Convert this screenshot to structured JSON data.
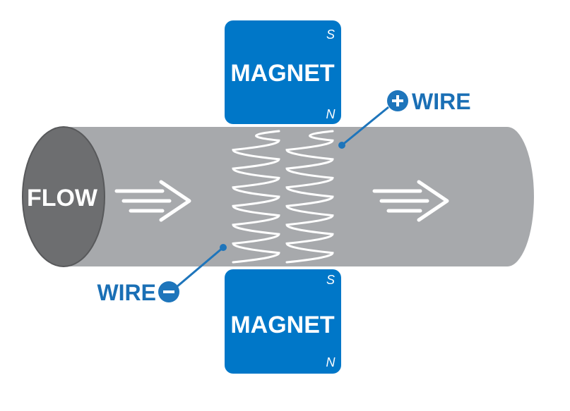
{
  "colors": {
    "pipe_body": "#a7a9ac",
    "pipe_end": "#6d6e70",
    "pipe_end_edge": "#58595b",
    "magnet": "#0077c8",
    "wire": "#1e75bb",
    "label": "#1a6fb5",
    "white": "#ffffff"
  },
  "pipe": {
    "flow_label": "FLOW",
    "arrow_icon": "arrow-right-icon"
  },
  "magnets": {
    "top": {
      "label": "MAGNET",
      "pole_top": "S",
      "pole_bottom": "N"
    },
    "bottom": {
      "label": "MAGNET",
      "pole_top": "S",
      "pole_bottom": "N"
    }
  },
  "wires": {
    "positive": {
      "label": "WIRE",
      "sign": "+",
      "icon": "plus-circle-icon"
    },
    "negative": {
      "label": "WIRE",
      "sign": "−",
      "icon": "minus-circle-icon"
    }
  },
  "coil": {
    "icon": "coil-icon"
  }
}
